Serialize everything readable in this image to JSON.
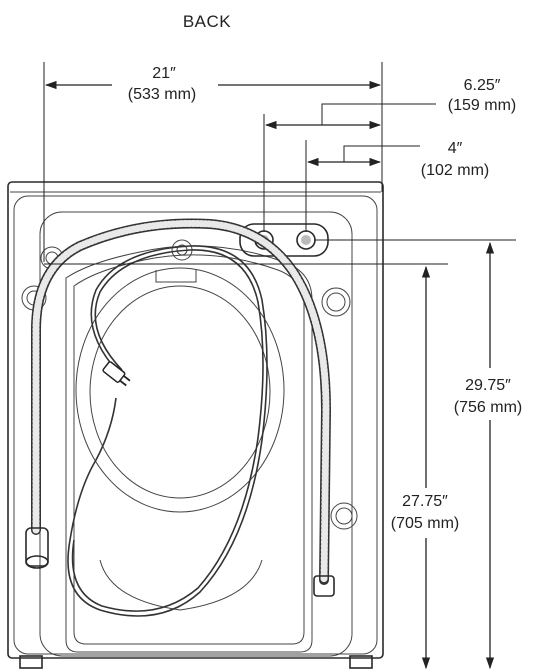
{
  "title": "BACK",
  "dimensions": {
    "width": {
      "imperial": "21″",
      "metric": "(533 mm)"
    },
    "inlet_hot": {
      "imperial": "6.25″",
      "metric": "(159 mm)"
    },
    "inlet_cold": {
      "imperial": "4″",
      "metric": "(102 mm)"
    },
    "inlet_height": {
      "imperial": "29.75″",
      "metric": "(756 mm)"
    },
    "drain_height": {
      "imperial": "27.75″",
      "metric": "(705 mm)"
    }
  }
}
